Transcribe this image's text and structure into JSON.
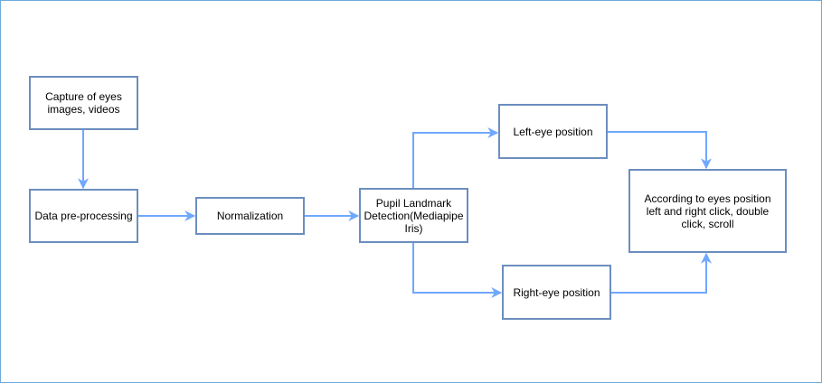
{
  "colors": {
    "node_border": "#6c8ebf",
    "edge": "#6fa8ff",
    "frame": "#6fa8dc"
  },
  "nodes": {
    "capture": "Capture of eyes images, videos",
    "preprocessing": "Data pre-processing",
    "normalization": "Normalization",
    "pupil_detection": "Pupil Landmark Detection(Mediapipe Iris)",
    "left_eye": "Left-eye position",
    "right_eye": "Right-eye position",
    "action": "According to eyes position left and right click, double click, scroll"
  },
  "edges": [
    {
      "from": "capture",
      "to": "preprocessing"
    },
    {
      "from": "preprocessing",
      "to": "normalization"
    },
    {
      "from": "normalization",
      "to": "pupil_detection"
    },
    {
      "from": "pupil_detection",
      "to": "left_eye"
    },
    {
      "from": "pupil_detection",
      "to": "right_eye"
    },
    {
      "from": "left_eye",
      "to": "action"
    },
    {
      "from": "right_eye",
      "to": "action"
    }
  ]
}
